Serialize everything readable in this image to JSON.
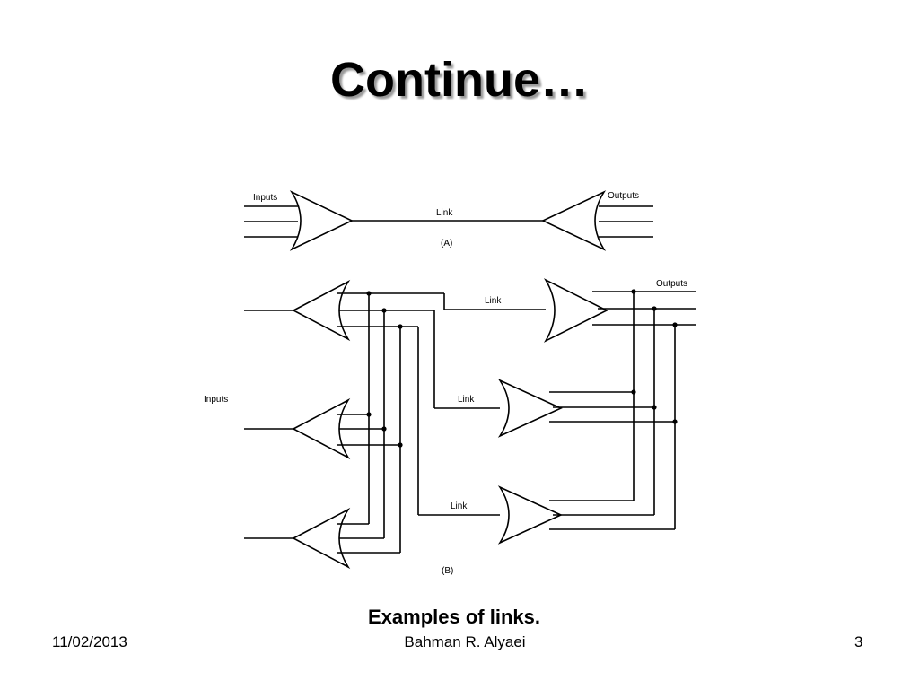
{
  "slide": {
    "title": "Continue…",
    "caption": "Examples of links."
  },
  "diagram": {
    "part_a": {
      "inputs_label": "Inputs",
      "outputs_label": "Outputs",
      "link_label": "Link",
      "part_label": "(A)"
    },
    "part_b": {
      "inputs_label": "Inputs",
      "outputs_label": "Outputs",
      "link_labels": [
        "Link",
        "Link",
        "Link"
      ],
      "part_label": "(B)"
    }
  },
  "footer": {
    "date": "11/02/2013",
    "author": "Bahman R. Alyaei",
    "page_number": "3"
  }
}
